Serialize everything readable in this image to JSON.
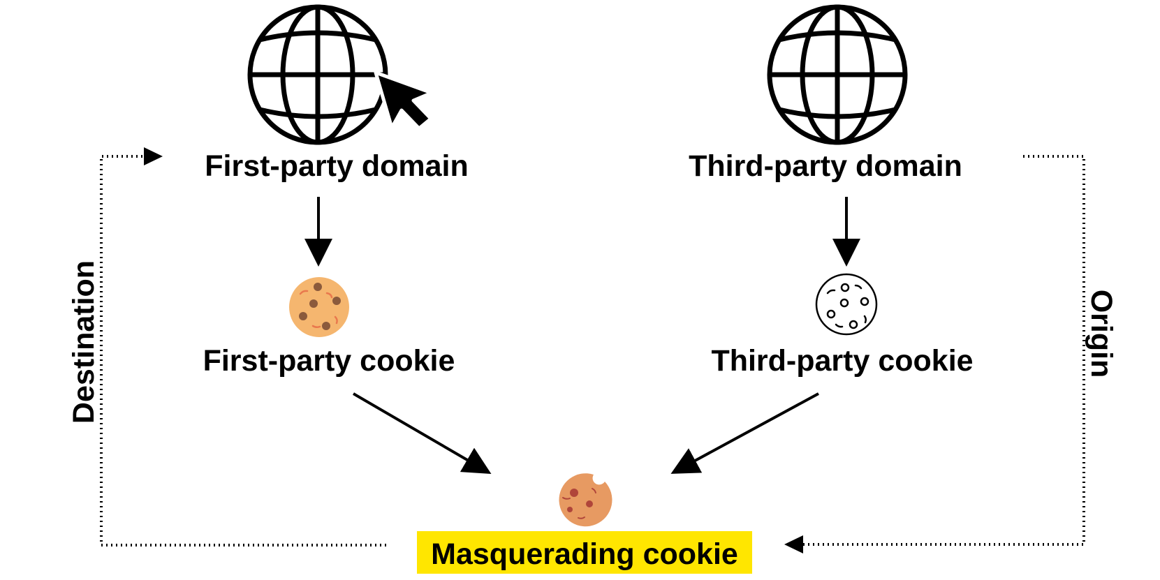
{
  "first_party": {
    "domain_label": "First-party domain",
    "cookie_label": "First-party cookie",
    "domain_icon": "globe-with-cursor-icon",
    "cookie_icon": "cookie-icon"
  },
  "third_party": {
    "domain_label": "Third-party domain",
    "cookie_label": "Third-party cookie",
    "domain_icon": "globe-icon",
    "cookie_icon": "cookie-outline-icon"
  },
  "result": {
    "label": "Masquerading cookie",
    "icon": "bitten-cookie-icon",
    "highlight_color": "#ffe600"
  },
  "edges": {
    "destination_label": "Destination",
    "origin_label": "Origin"
  },
  "colors": {
    "cookie_fill": "#f5b66f",
    "cookie_chip": "#8b5a3c",
    "cookie_crumb": "#e9784d",
    "bitten_fill": "#e79a62",
    "bitten_chip": "#b0453a"
  }
}
